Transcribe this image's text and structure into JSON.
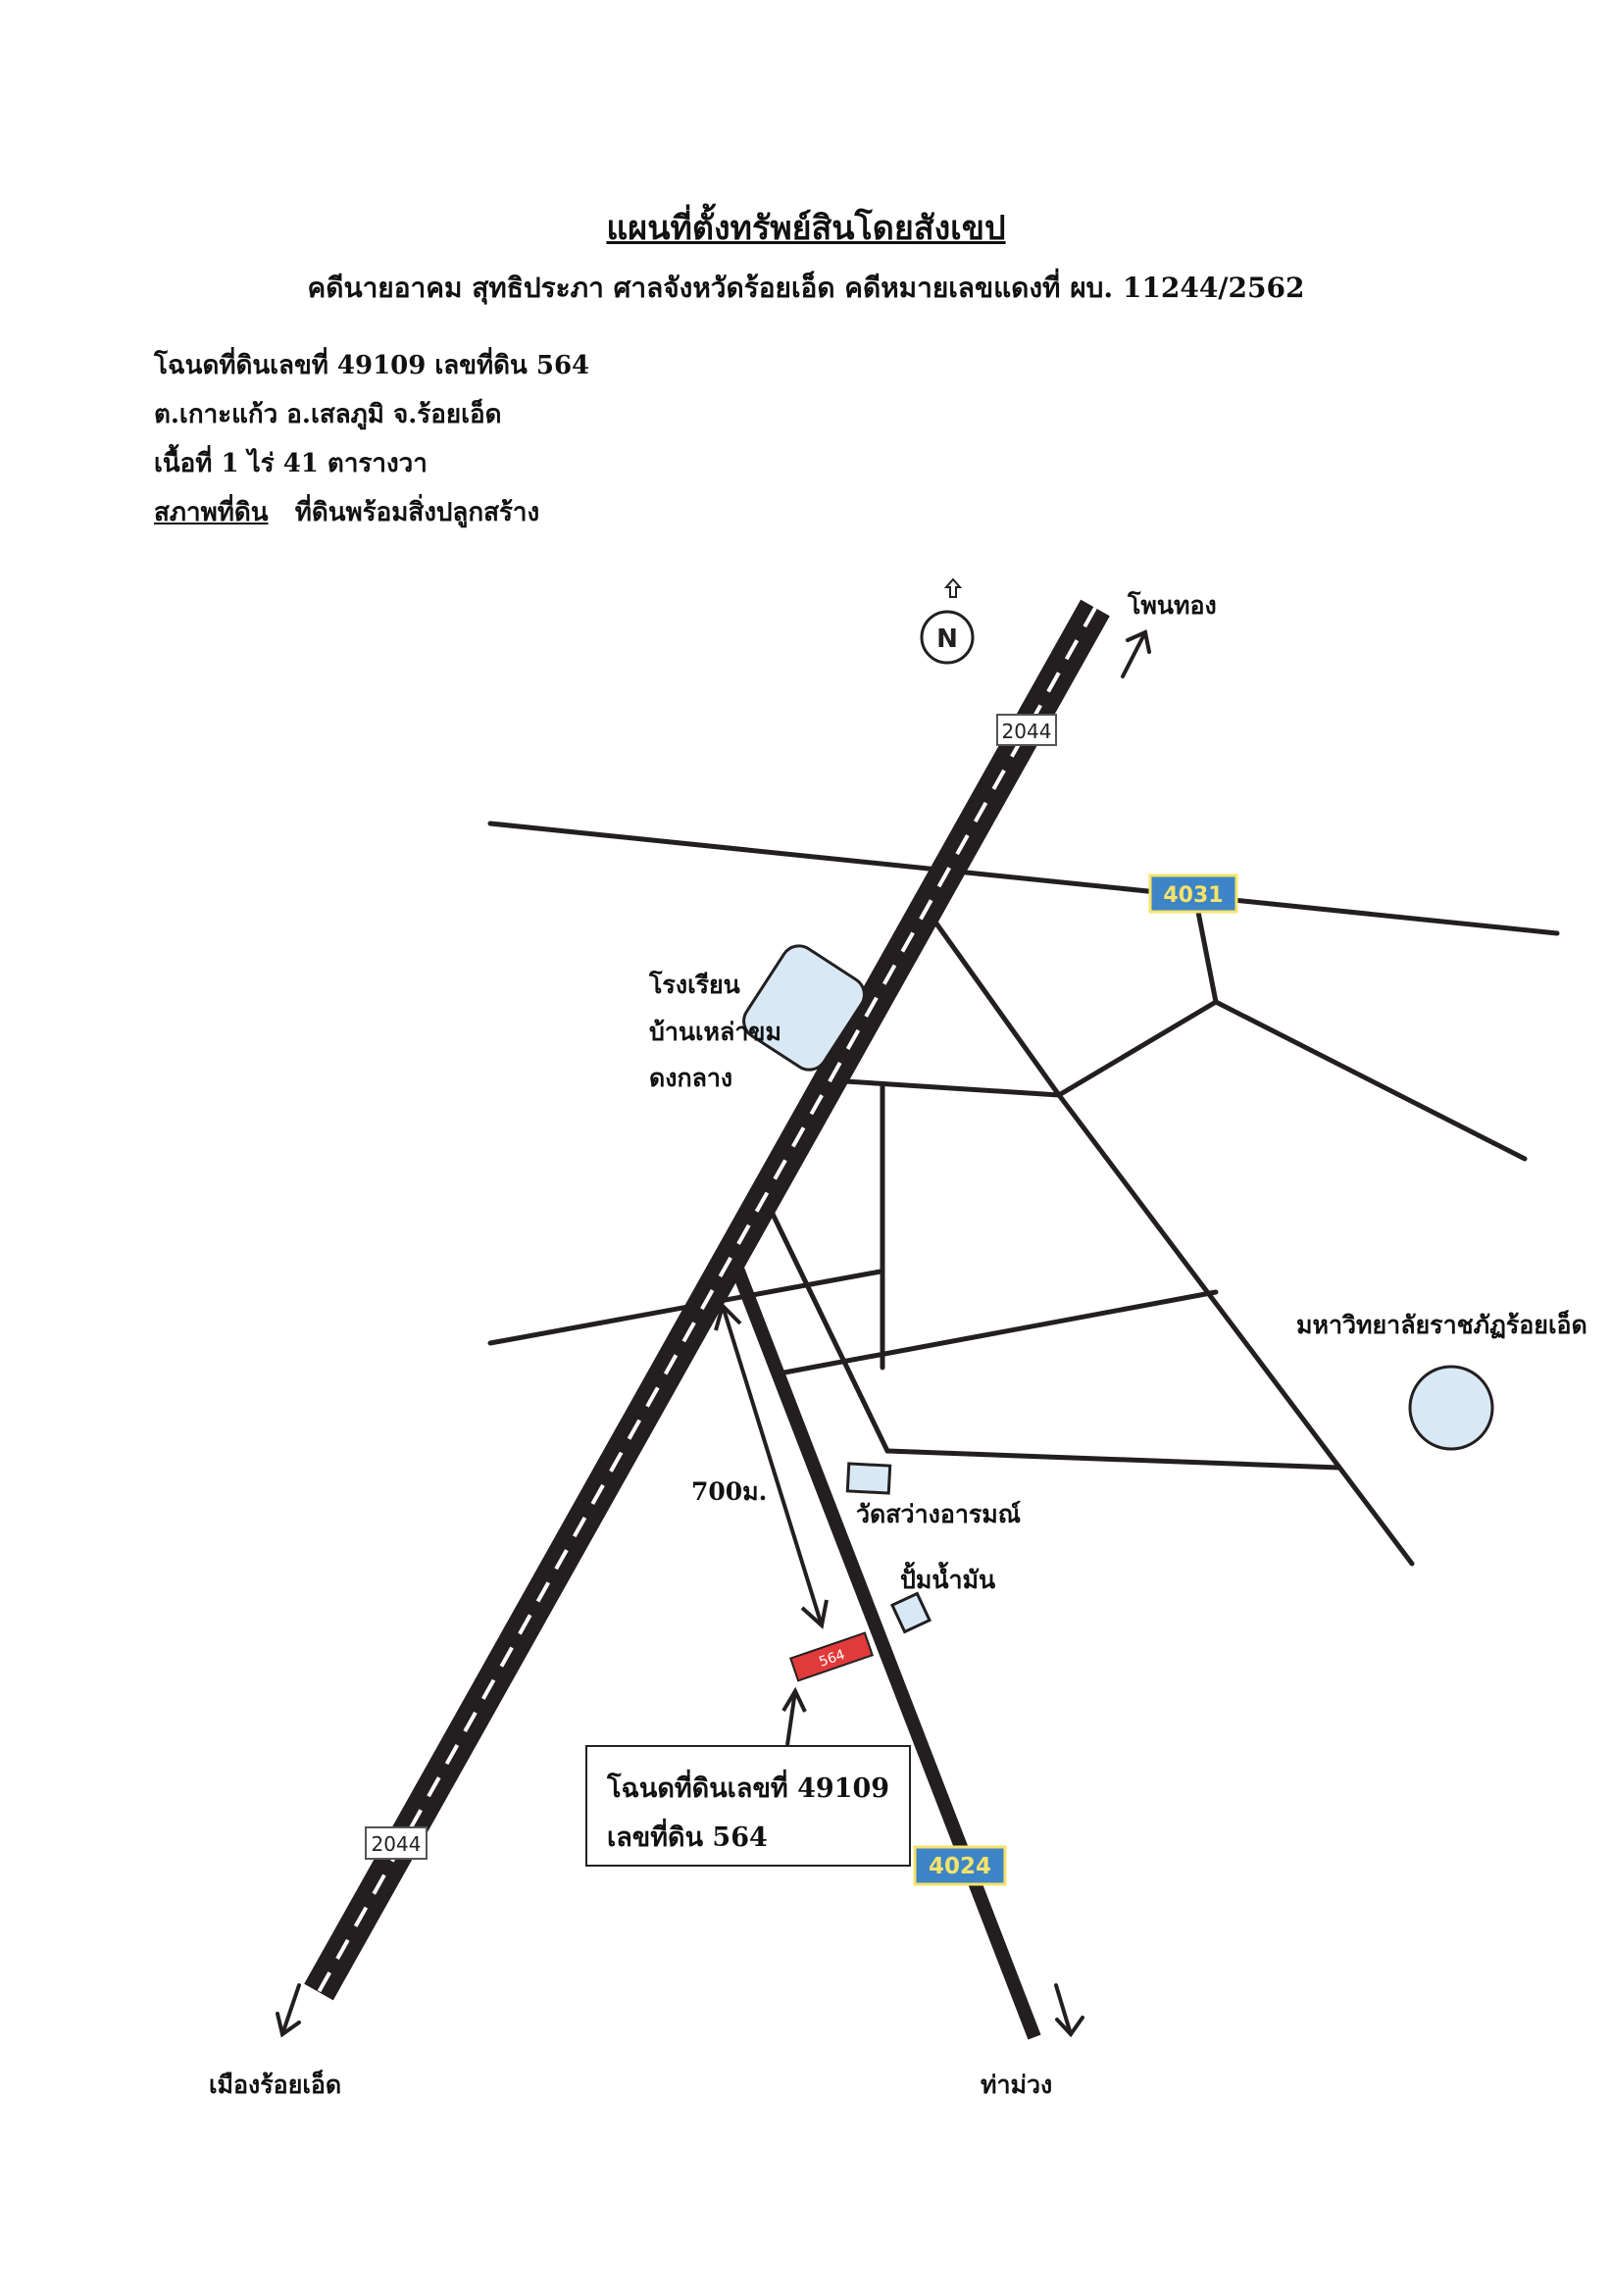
{
  "header": {
    "title": "แผนที่ตั้งทรัพย์สินโดยสังเขป",
    "subtitle": "คดีนายอาคม  สุทธิประภา ศาลจังหวัดร้อยเอ็ด คดีหมายเลขแดงที่   ผบ. 11244/2562"
  },
  "property": {
    "line1": "โฉนดที่ดินเลขที่ 49109  เลขที่ดิน 564",
    "line2": "ต.เกาะแก้ว   อ.เสลภูมิ จ.ร้อยเอ็ด",
    "line3": "เนื้อที่  1 ไร่ 41 ตารางวา",
    "condition_label": "สภาพที่ดิน",
    "condition_value": "ที่ดินพร้อมสิ่งปลูกสร้าง"
  },
  "map": {
    "north_label": "N",
    "destinations": {
      "top_right": "โพนทอง",
      "bottom_left": "เมืองร้อยเอ็ด",
      "bottom_right": "ท่าม่วง"
    },
    "road_signs": {
      "top_2044": "2044",
      "bottom_2044": "2044",
      "road_4031": "4031",
      "road_4024": "4024"
    },
    "landmarks": {
      "school_line1": "โรงเรียน",
      "school_line2": "บ้านเหล่าขม",
      "school_line3": "ดงกลาง",
      "university": "มหาวิทยาลัยราชภัฏร้อยเอ็ด",
      "temple": "วัดสว่างอารมณ์",
      "gas_station": "ปั้มน้ำมัน"
    },
    "distance_label": "700ม.",
    "parcel_label": "564",
    "callout_line1": "โฉนดที่ดินเลขที่ 49109",
    "callout_line2": "เลขที่ดิน 564",
    "colors": {
      "road": "#231f20",
      "sign_blue": "#3d85c6",
      "sign_yellow": "#f7e36a",
      "landmark_fill": "#d8e9f5",
      "parcel_red": "#e03a3a"
    }
  }
}
